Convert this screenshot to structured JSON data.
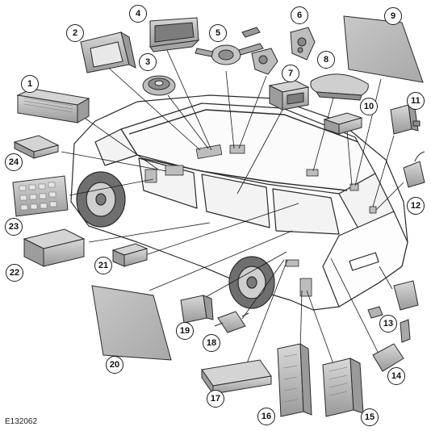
{
  "figure_id": "E132062",
  "callouts": [
    "1",
    "2",
    "3",
    "4",
    "5",
    "6",
    "7",
    "8",
    "9",
    "10",
    "11",
    "12",
    "13",
    "14",
    "15",
    "16",
    "17",
    "18",
    "19",
    "20",
    "21",
    "22",
    "23",
    "24"
  ],
  "colors": {
    "outline": "#2a2a2a",
    "leader": "#1a1a1a",
    "module_fill": "#b9b9b9",
    "module_light": "#d6d6d6",
    "module_dark": "#8c8c8c",
    "car_body": "#ffffff"
  }
}
